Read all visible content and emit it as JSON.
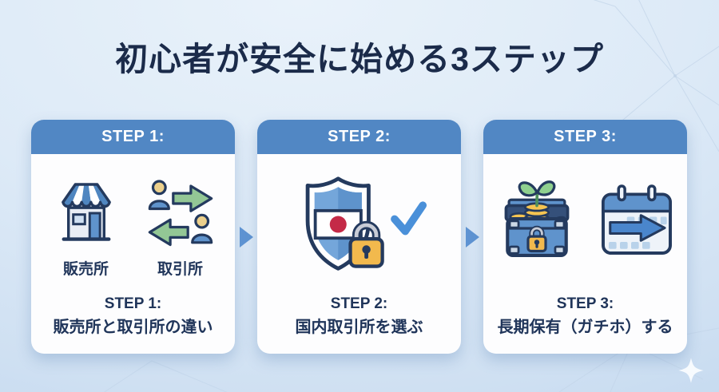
{
  "title": "初心者が安全に始める3ステップ",
  "colors": {
    "background_top": "#e9f2fa",
    "background_bottom": "#bdd5ee",
    "card_header_blue": "#5187c4",
    "card_body_white": "#fdfdfe",
    "text_navy": "#20355a",
    "title_navy": "#1b2b4a",
    "connector_arrow_blue": "#5e93d2",
    "exchange_arrow_green": "#93c795",
    "padlock_gold": "#f2b94d",
    "coin_gold": "#f5c451",
    "japan_flag_red": "#c42a47",
    "checkmark_blue": "#4a90d9",
    "sprout_green": "#8fd08f"
  },
  "steps": [
    {
      "header": "STEP 1:",
      "caption_line1": "STEP 1:",
      "caption_line2": "販売所と取引所の違い",
      "icon_labels": {
        "left": "販売所",
        "right": "取引所"
      },
      "icons": [
        "storefront-icon",
        "exchange-people-icon"
      ]
    },
    {
      "header": "STEP 2:",
      "caption_line1": "STEP 2:",
      "caption_line2": "国内取引所を選ぶ",
      "icons": [
        "japan-shield-lock-icon",
        "checkmark-icon"
      ]
    },
    {
      "header": "STEP 3:",
      "caption_line1": "STEP 3:",
      "caption_line2": "長期保有（ガチホ）する",
      "icons": [
        "treasure-chest-icon",
        "calendar-arrow-icon"
      ]
    }
  ]
}
